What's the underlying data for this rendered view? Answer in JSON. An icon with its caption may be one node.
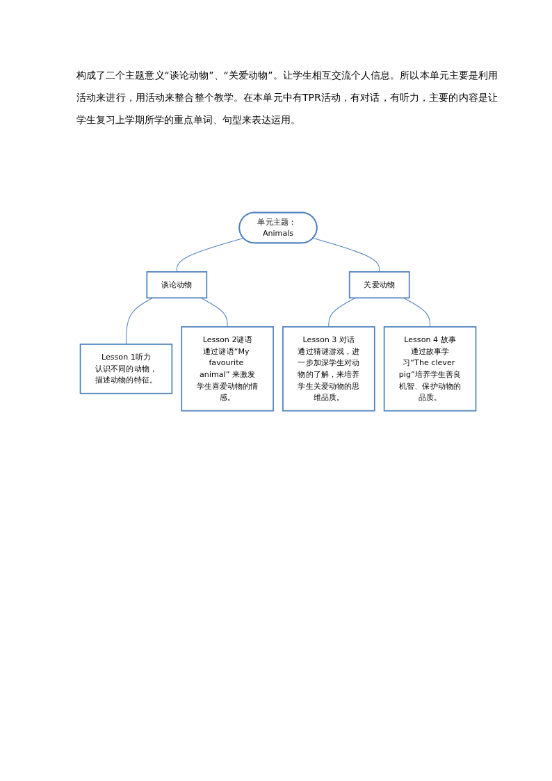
{
  "diagram": {
    "nodes": [
      {
        "text": [
          "单元主题： Animals"
        ]
      },
      {
        "text": [
          "谈论动物"
        ]
      },
      {
        "text": [
          "关爱动物"
        ]
      },
      {
        "text": [
          "Lesson 1听力",
          "认识不同的动物，描述动物的特征。"
        ]
      },
      {
        "text": [
          "Lesson 2谜语",
          "通过谜语“My favourite animal” 来激发学生喜爱动物的情感。"
        ]
      },
      {
        "text": [
          "Lesson 3 对话",
          "通过猜谜游戏，进一步加深学生对动物的了解，来培养学生关爱动物的思维品质。"
        ]
      },
      {
        "text": [
          "Lesson 4 故事",
          "通过故事学习“The clever pig”培养学生善良机智、保护动物的品质。"
        ]
      }
    ],
    "edges": [
      {
        "from": 0,
        "to": 1,
        "arrow": "none"
      },
      {
        "from": 0,
        "to": 2,
        "arrow": "none"
      },
      {
        "from": 1,
        "to": 3,
        "arrow": "none"
      },
      {
        "from": 1,
        "to": 4,
        "arrow": "none"
      },
      {
        "from": 2,
        "to": 5,
        "arrow": "none"
      },
      {
        "from": 2,
        "to": 6,
        "arrow": "none"
      }
    ],
    "labels": [
      "构成了二个主题意义“谈论动物”、“关爱动物”。让学生相互交流个人信息。所以本单元主要是利用活动来进行，用活动来整合整个教学。在本单元中有TPR活动，有对话，有听力，主要的内容是让学生复习上学期所学的重点单词、句型来表达运用。"
    ]
  }
}
